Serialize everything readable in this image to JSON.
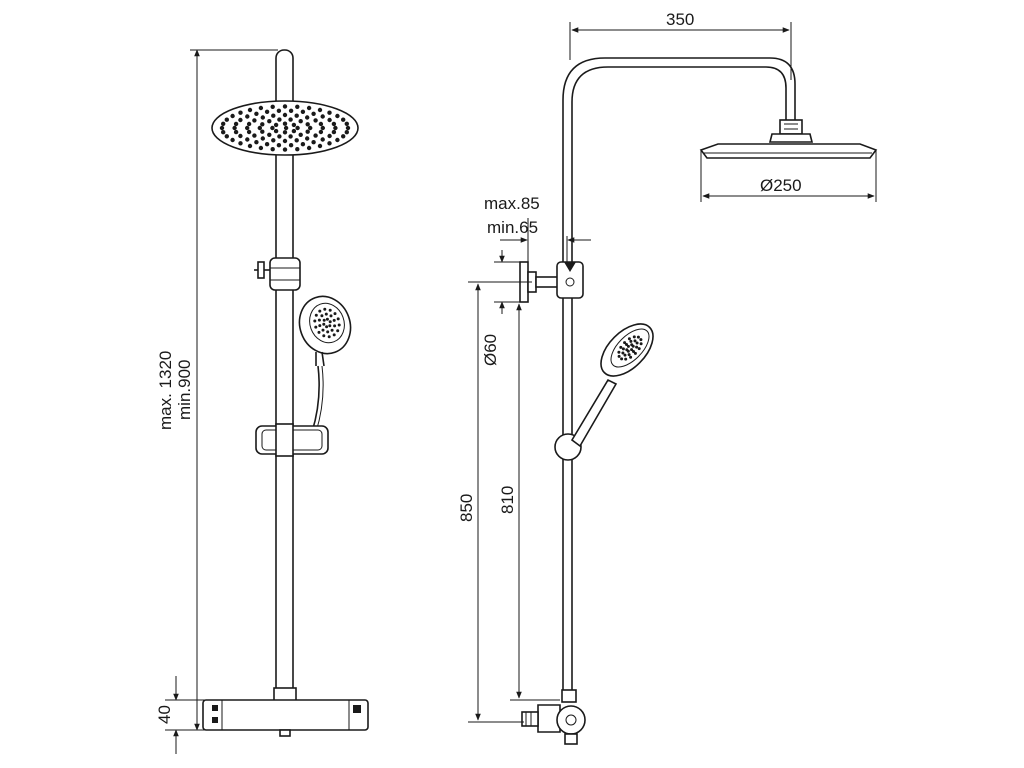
{
  "labels": {
    "height_max": "max. 1320",
    "height_min": "min.900",
    "mixer_height": "40",
    "arm_length": "350",
    "head_diameter": "Ø250",
    "offset_max": "max.85",
    "offset_min": "min.65",
    "bracket_diameter": "Ø60",
    "dim_850": "850",
    "dim_810": "810"
  },
  "colors": {
    "line": "#1a1a1a",
    "background": "#ffffff"
  }
}
